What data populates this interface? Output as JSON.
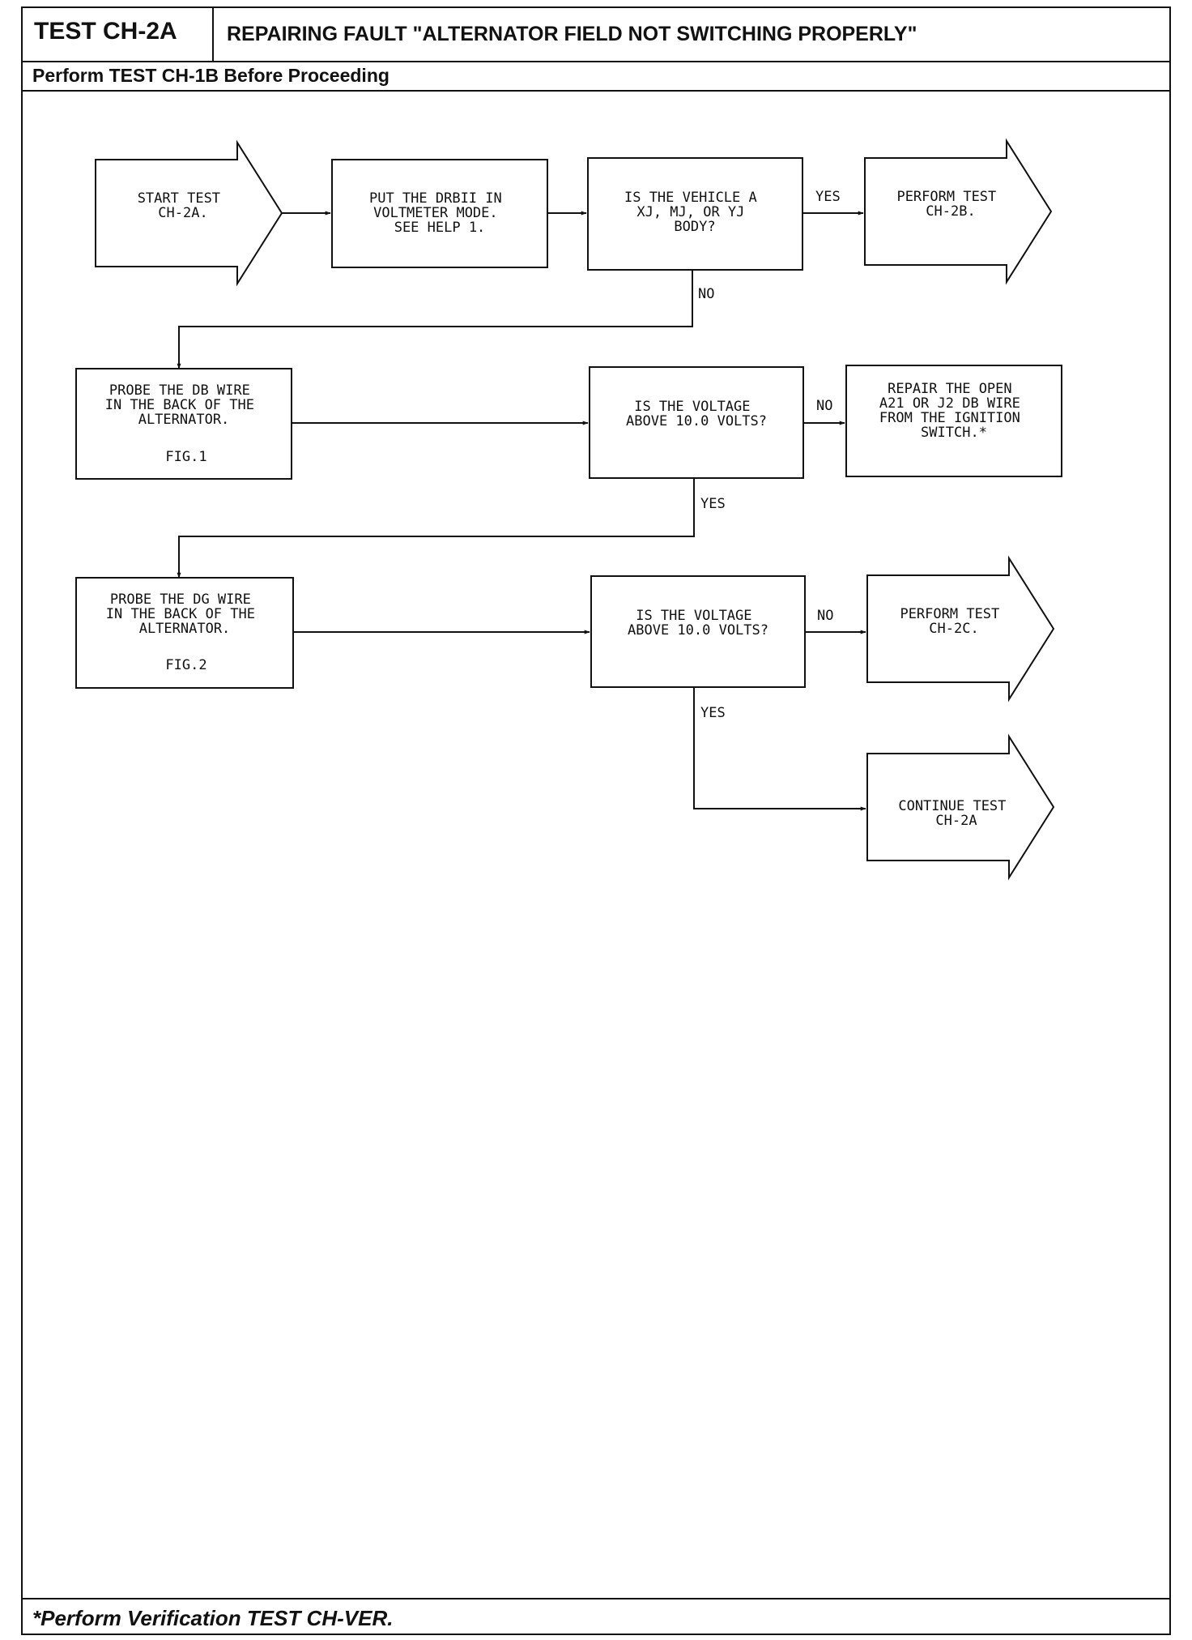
{
  "header": {
    "test_id": "TEST CH-2A",
    "title": "REPAIRING FAULT \"ALTERNATOR FIELD NOT SWITCHING PROPERLY\"",
    "prerequisite": "Perform TEST CH-1B Before Proceeding"
  },
  "footer": {
    "note": "*Perform Verification TEST CH-VER."
  },
  "flowchart": {
    "start": [
      "START TEST",
      "CH-2A."
    ],
    "put_drbii": [
      "PUT THE DRBII IN",
      "VOLTMETER MODE.",
      "SEE HELP 1."
    ],
    "q_vehicle": [
      "IS THE VEHICLE A",
      "XJ, MJ, OR YJ",
      "BODY?"
    ],
    "perform_2b": [
      "PERFORM TEST",
      "CH-2B."
    ],
    "probe_db": [
      "PROBE THE DB WIRE",
      "IN THE BACK OF THE",
      "ALTERNATOR."
    ],
    "probe_db_fig": "FIG.1",
    "q_voltage_1": [
      "IS THE VOLTAGE",
      "ABOVE 10.0 VOLTS?"
    ],
    "repair_open": [
      "REPAIR THE OPEN",
      "A21 OR J2 DB WIRE",
      "FROM THE IGNITION",
      "SWITCH.*"
    ],
    "probe_dg": [
      "PROBE THE DG WIRE",
      "IN THE BACK OF THE",
      "ALTERNATOR."
    ],
    "probe_dg_fig": "FIG.2",
    "q_voltage_2": [
      "IS THE VOLTAGE",
      "ABOVE 10.0 VOLTS?"
    ],
    "perform_2c": [
      "PERFORM TEST",
      "CH-2C."
    ],
    "continue_2a": [
      "CONTINUE TEST",
      "CH-2A"
    ],
    "labels": {
      "yes_1": "YES",
      "no_1": "NO",
      "no_2": "NO",
      "yes_2": "YES",
      "no_3": "NO",
      "yes_3": "YES"
    }
  }
}
